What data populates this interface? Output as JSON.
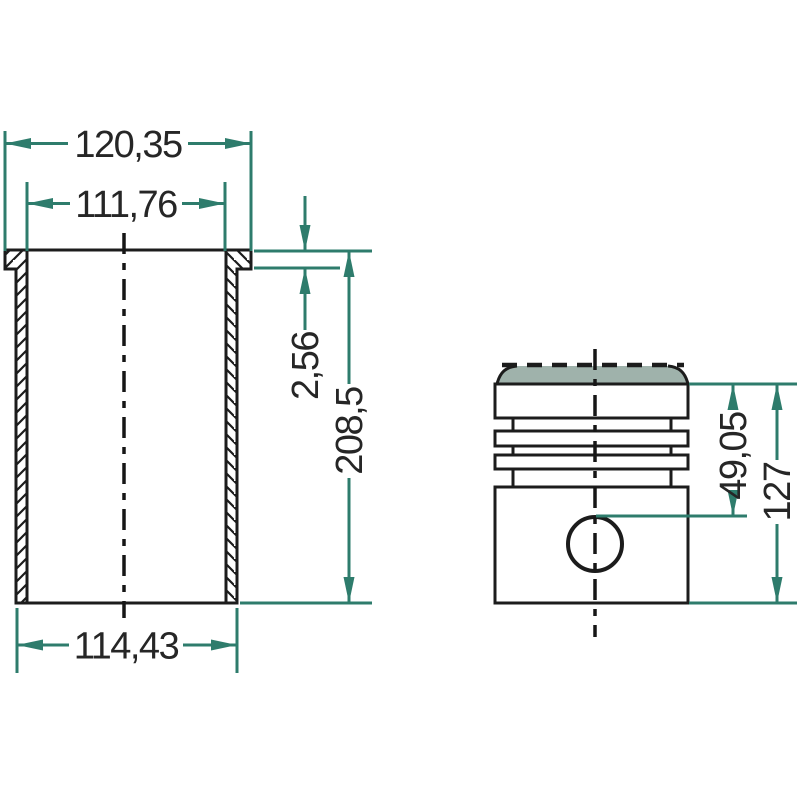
{
  "drawing": {
    "kind": "engine parts technical drawing, cross-sections with dimensions",
    "units_shown": false
  },
  "liner": {
    "dims": {
      "flange_od": "120,35",
      "bore_id": "111,76",
      "flange_height": "2,56",
      "total_height": "208,5",
      "bottom_od": "114,43"
    }
  },
  "piston": {
    "dims": {
      "compression_height": "49,05",
      "total_height": "127"
    }
  },
  "colors": {
    "dimension_teal": "#2e7c6c",
    "outline_black": "#1c1c1c",
    "fill_light": "#ccd7d2",
    "fill_medium": "#9fb2ab",
    "fill_wall": "#b2c0bb",
    "background": "#ffffff",
    "text": "#262626"
  }
}
